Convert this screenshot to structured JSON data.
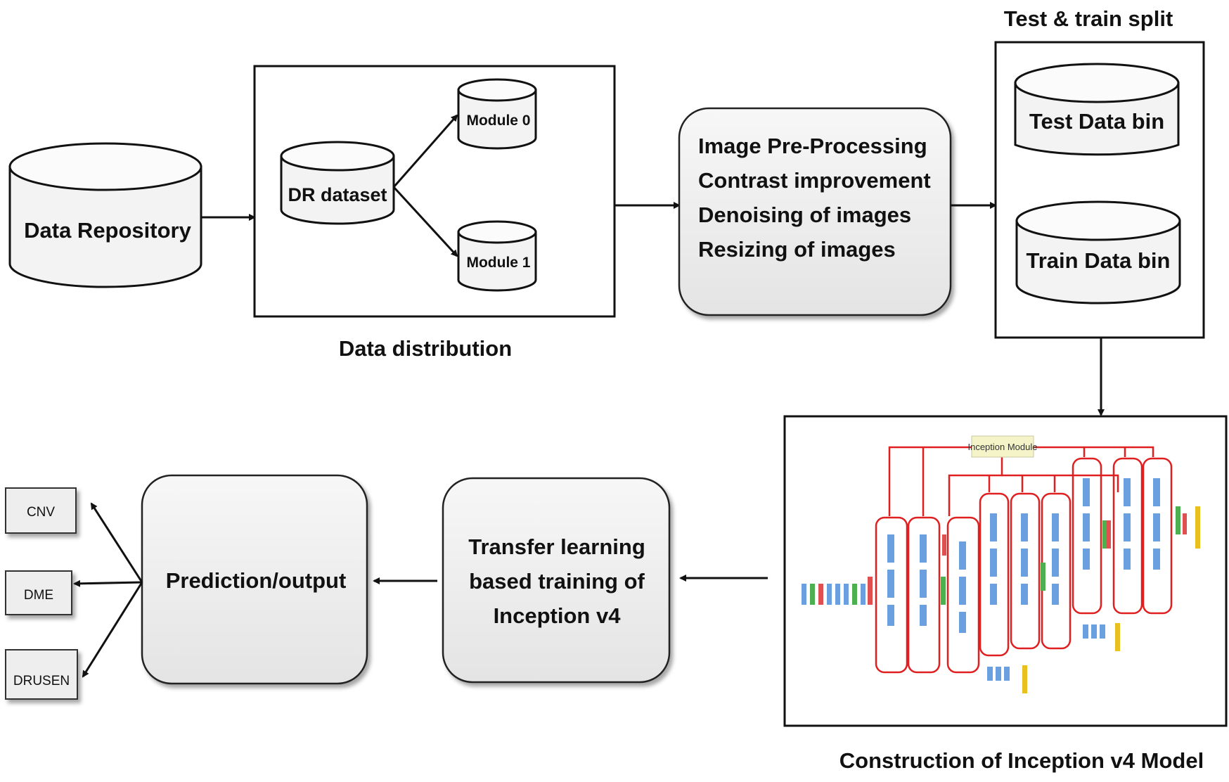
{
  "diagram": {
    "data_repository": "Data Repository",
    "dr_dataset": "DR dataset",
    "module_0": "Module 0",
    "module_1": "Module 1",
    "data_distribution": "Data distribution",
    "preprocessing": {
      "line1": "Image Pre-Processing",
      "line2": "Contrast improvement",
      "line3": "Denoising of images",
      "line4": "Resizing of images"
    },
    "split_title": "Test & train split",
    "test_bin": "Test Data bin",
    "train_bin": "Train Data bin",
    "inception_module_label": "Inception Module",
    "inception_caption": "Construction of Inception v4 Model",
    "transfer": {
      "line1": "Transfer learning",
      "line2": "based training of",
      "line3": "Inception v4"
    },
    "prediction": "Prediction/output",
    "outputs": [
      "CNV",
      "DME",
      "DRUSEN"
    ]
  }
}
